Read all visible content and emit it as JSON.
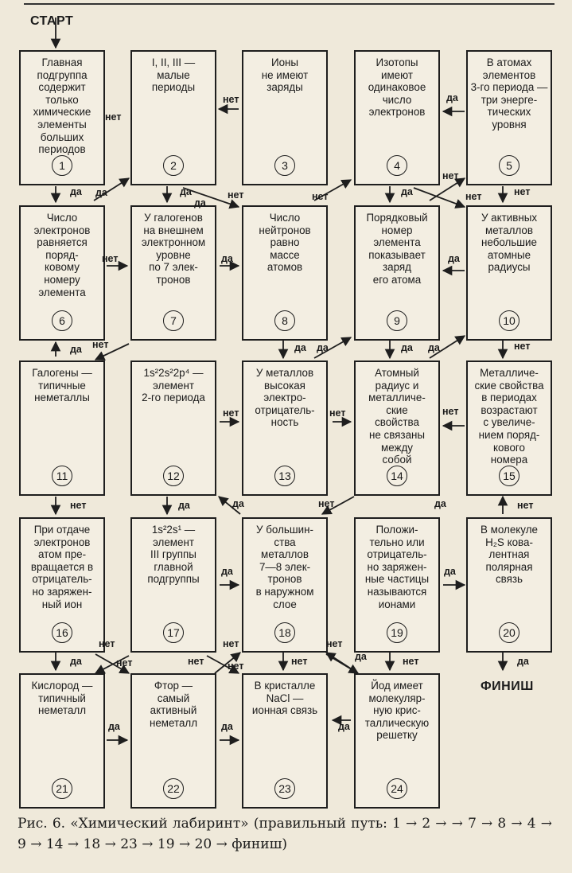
{
  "start_label": "СТАРТ",
  "finish_label": "ФИНИШ",
  "boxes": [
    {
      "num": "1",
      "text": "Главная\nподгруппа\nсодержит\nтолько\nхимические\nэлементы\nбольших\nпериодов"
    },
    {
      "num": "2",
      "text": "I, II, III —\nмалые\nпериоды"
    },
    {
      "num": "3",
      "text": "Ионы\nне имеют\nзаряды"
    },
    {
      "num": "4",
      "text": "Изотопы\nимеют\nодинаковое\nчисло\nэлектронов"
    },
    {
      "num": "5",
      "text": "В атомах\nэлементов\n3-го периода —\nтри энерге-\nтических\nуровня"
    },
    {
      "num": "6",
      "text": "Число\nэлектронов\nравняется\nпоряд-\nковому\nномеру\nэлемента"
    },
    {
      "num": "7",
      "text": "У галогенов\nна внешнем\nэлектронном\nуровне\nпо 7 элек-\nтронов"
    },
    {
      "num": "8",
      "text": "Число\nнейтронов\nравно\nмассе\nатомов"
    },
    {
      "num": "9",
      "text": "Порядковый\nномер\nэлемента\nпоказывает\nзаряд\nего атома"
    },
    {
      "num": "10",
      "text": "У активных\nметаллов\nнебольшие\nатомные\nрадиусы"
    },
    {
      "num": "11",
      "text": "Галогены —\nтипичные\nнеметаллы"
    },
    {
      "num": "12",
      "text": "1s²2s²2p⁴ —\nэлемент\n2-го периода"
    },
    {
      "num": "13",
      "text": "У металлов\nвысокая\nэлектро-\nотрицатель-\nность"
    },
    {
      "num": "14",
      "text": "Атомный\nрадиус и\nметалличе-\nские\nсвойства\nне связаны\nмежду\nсобой"
    },
    {
      "num": "15",
      "text": "Металличе-\nские свойства\nв периодах\nвозрастают\nс увеличе-\nнием поряд-\nкового\nномера"
    },
    {
      "num": "16",
      "text": "При отдаче\nэлектронов\nатом пре-\nвращается в\nотрицатель-\nно заряжен-\nный ион"
    },
    {
      "num": "17",
      "text": "1s²2s¹ —\nэлемент\nIII группы\nглавной\nподгруппы"
    },
    {
      "num": "18",
      "text": "У большин-\nства\nметаллов\n7—8 элек-\nтронов\nв наружном\nслое"
    },
    {
      "num": "19",
      "text": "Положи-\nтельно или\nотрицатель-\nно заряжен-\nные частицы\nназываются\nионами"
    },
    {
      "num": "20",
      "text": "В молекуле\nH₂S кова-\nлентная\nполярная\nсвязь"
    },
    {
      "num": "21",
      "text": "Кислород —\nтипичный\nнеметалл"
    },
    {
      "num": "22",
      "text": "Фтор —\nсамый\nактивный\nнеметалл"
    },
    {
      "num": "23",
      "text": "В кристалле\nNaCl —\nионная связь"
    },
    {
      "num": "24",
      "text": "Йод имеет\nмолекуляр-\nную крис-\nталлическую\nрешетку"
    }
  ],
  "arrow_labels": {
    "yes": "да",
    "no": "нет"
  },
  "caption": "Рис. 6. «Химический лабиринт» (правильный путь: 1 → 2 → → 7 → 8 → 4 → 9 → 14 → 18 → 23 → 19 → 20 → финиш)"
}
